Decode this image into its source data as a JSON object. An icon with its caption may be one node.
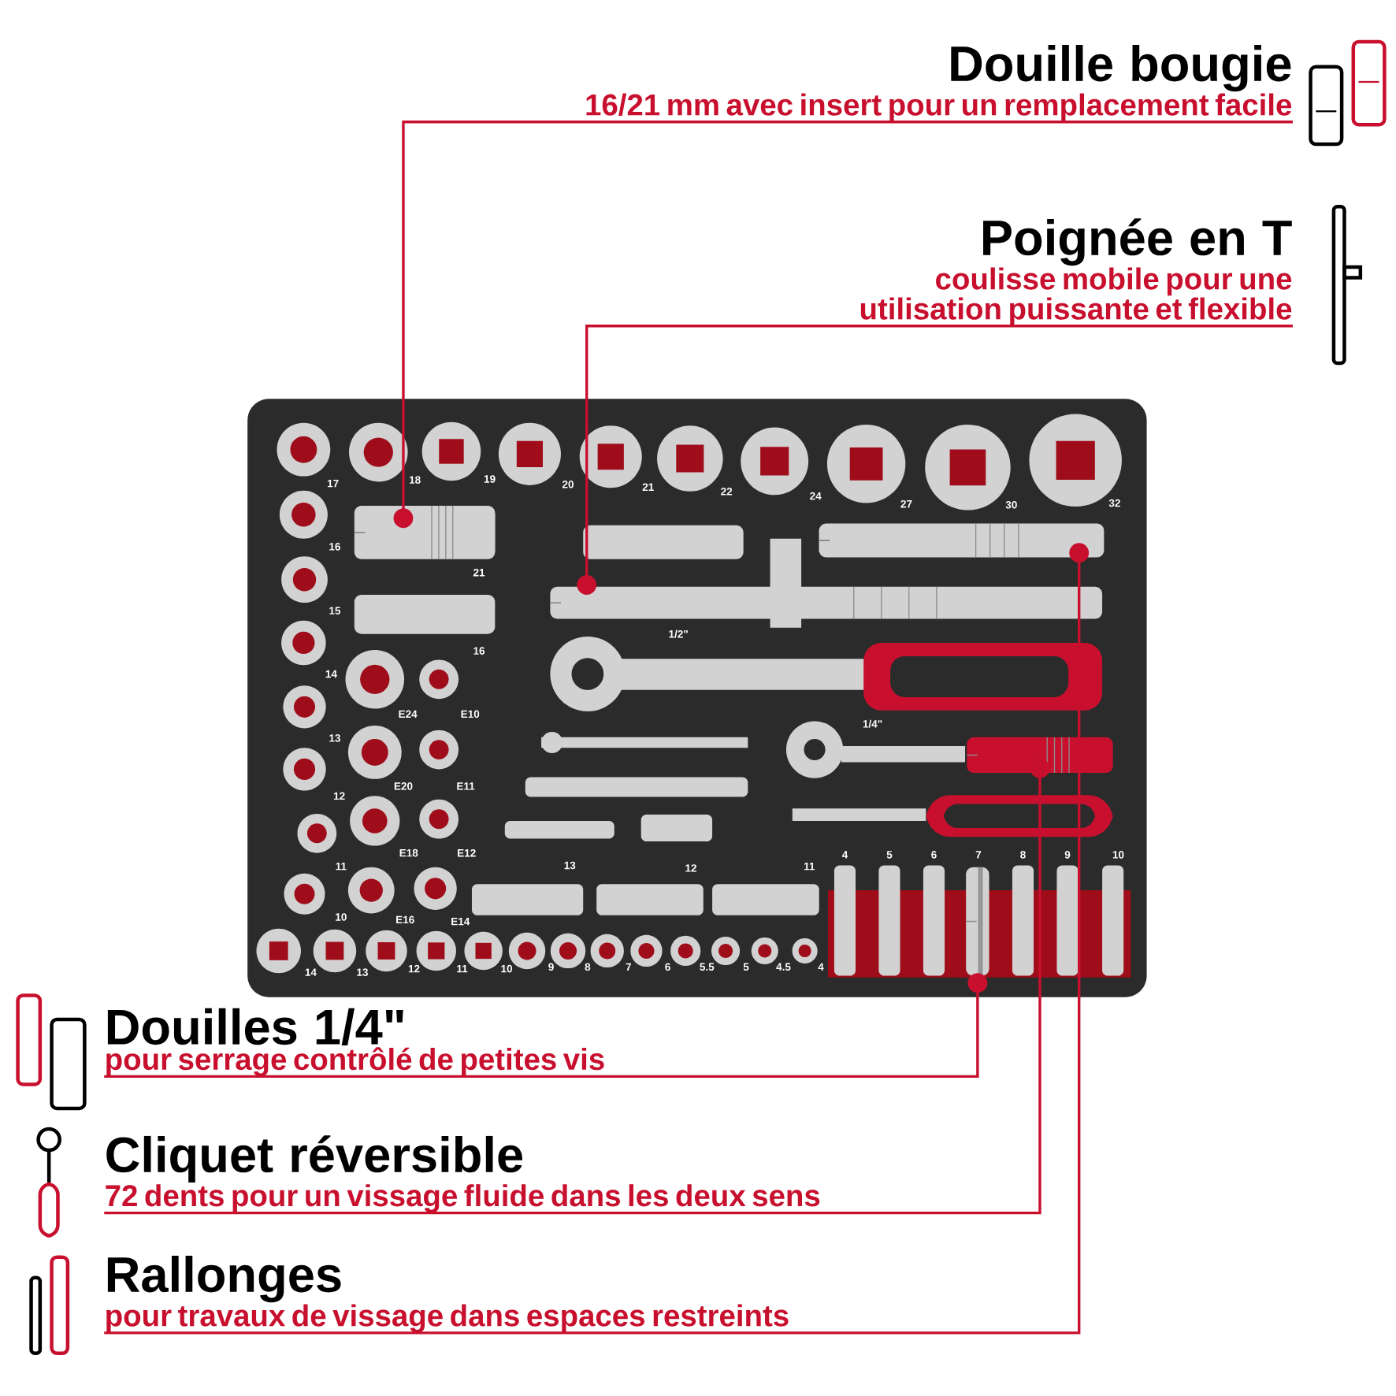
{
  "diagram": {
    "nodes": [
      {
        "text": [
          "Douille bougie",
          "16/21 mm avec insert pour un remplacement facile"
        ]
      },
      {
        "text": [
          "Poignée en T",
          "coulisse mobile pour une utilisation puissante et flexible"
        ]
      },
      {
        "text": [
          "Douilles 1/4\"",
          "pour serrage contrôlé de petites vis"
        ]
      },
      {
        "text": [
          "Cliquet réversible",
          "72 dents pour un vissage fluide dans les deux sens"
        ]
      },
      {
        "text": [
          "Rallonges",
          "pour travaux de vissage dans espaces restreints"
        ]
      },
      {
        "text": [],
        "shape": "picture"
      },
      {
        "text": [],
        "shape": "picture"
      },
      {
        "text": [],
        "shape": "picture"
      },
      {
        "text": [],
        "shape": "picture"
      },
      {
        "text": [],
        "shape": "picture"
      }
    ],
    "edges": [
      {
        "from": 0,
        "to": 5,
        "arrow": "other"
      },
      {
        "from": 1,
        "to": 6,
        "arrow": "other"
      },
      {
        "from": 2,
        "to": 7,
        "arrow": "other"
      },
      {
        "from": 3,
        "to": 8,
        "arrow": "other"
      },
      {
        "from": 4,
        "to": 9,
        "arrow": "other"
      }
    ],
    "labels": [
      "17",
      "18",
      "19",
      "20",
      "21",
      "22",
      "24",
      "27",
      "30",
      "32",
      "16",
      "15",
      "14",
      "13",
      "12",
      "11",
      "10",
      "21",
      "16",
      "E24",
      "E10",
      "E20",
      "E11",
      "E18",
      "E12",
      "E16",
      "E14",
      "1/2\"",
      "1/4\"",
      "13",
      "12",
      "11",
      "4",
      "5",
      "6",
      "7",
      "8",
      "9",
      "10",
      "14",
      "13",
      "12",
      "11",
      "10",
      "9",
      "8",
      "7",
      "6",
      "5.5",
      "5",
      "4.5",
      "4"
    ]
  }
}
